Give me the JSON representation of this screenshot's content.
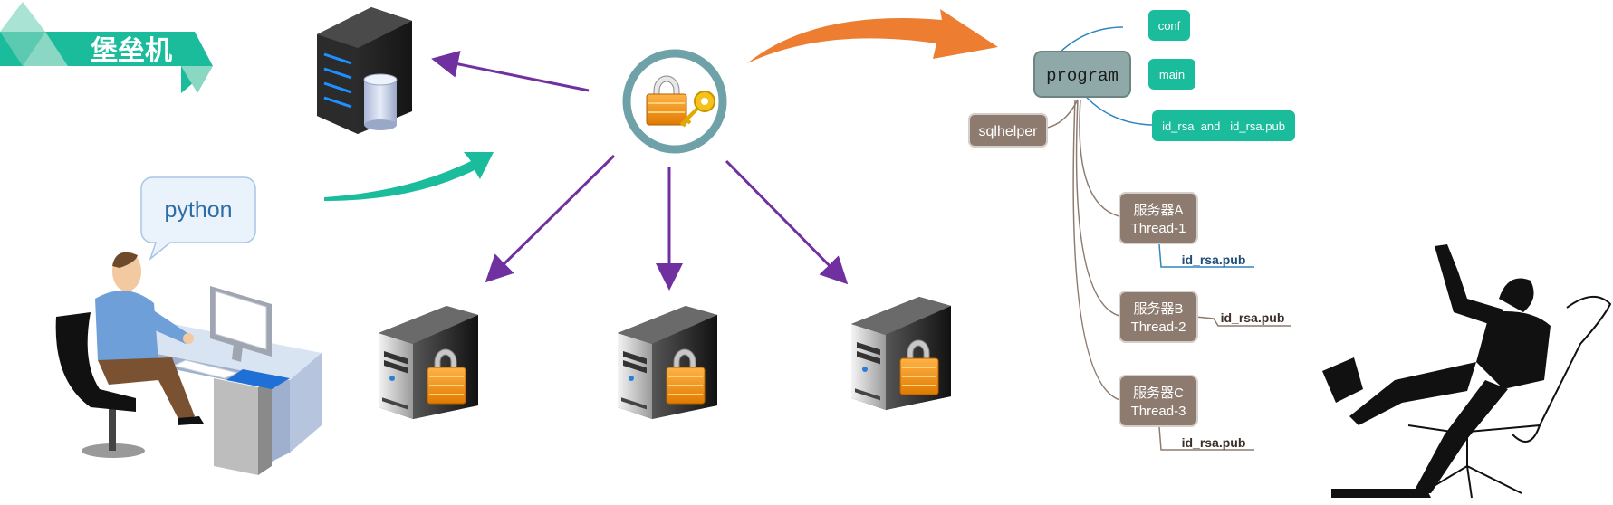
{
  "banner": {
    "title": "堡垒机",
    "color": "#1abc9c"
  },
  "speech": {
    "text": "python"
  },
  "mindmap": {
    "root": "program",
    "conf": "conf",
    "main": "main",
    "keys": "id_rsa  and   id_rsa.pub",
    "sqlhelper": "sqlhelper",
    "threads": [
      {
        "line1": "服务器A",
        "line2": "Thread-1",
        "key": "id_rsa.pub"
      },
      {
        "line1": "服务器B",
        "line2": "Thread-2",
        "key": "id_rsa.pub"
      },
      {
        "line1": "服务器C",
        "line2": "Thread-3",
        "key": "id_rsa.pub"
      }
    ]
  },
  "colors": {
    "teal": "#1abc9c",
    "purple": "#7030a0",
    "orange": "#ed7d31",
    "brown_node": "#8d7b6f",
    "program_node": "#8fa9a8",
    "key_ring": "#6fa2a8"
  },
  "icons": [
    "server-rack-icon",
    "lock-key-icon",
    "locked-server-icon",
    "person-at-computer",
    "relaxed-person-silhouette"
  ]
}
